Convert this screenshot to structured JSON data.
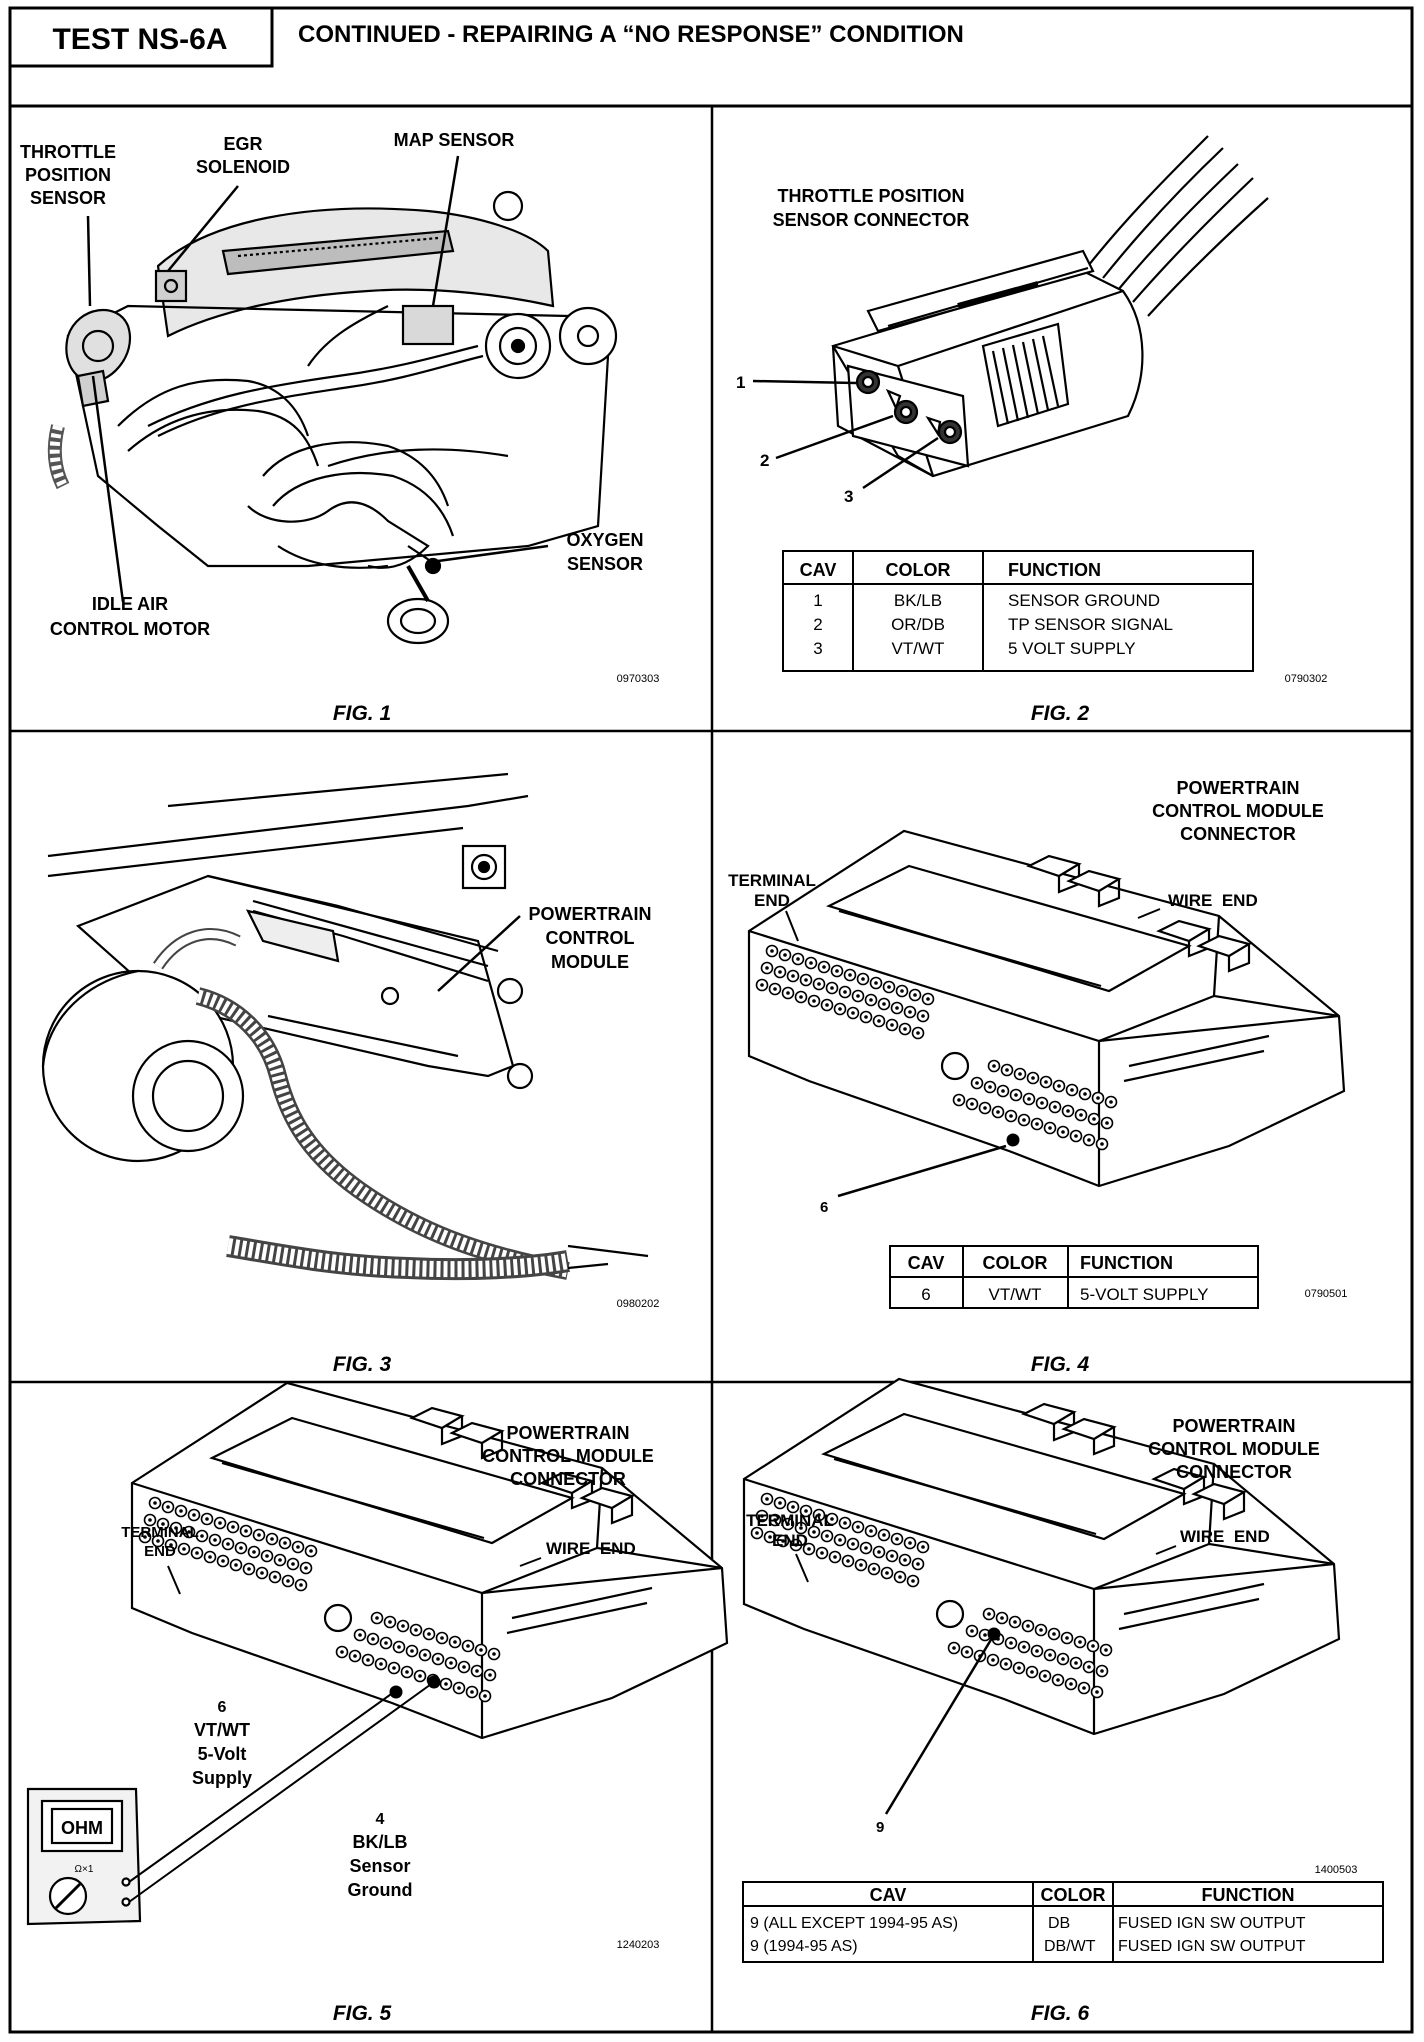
{
  "header": {
    "test_id": "TEST NS-6A",
    "title": "CONTINUED - REPAIRING A “NO RESPONSE” CONDITION"
  },
  "fig1": {
    "caption": "FIG. 1",
    "labels": {
      "tps_1": "THROTTLE",
      "tps_2": "POSITION",
      "tps_3": "SENSOR",
      "egr_1": "EGR",
      "egr_2": "SOLENOID",
      "map": "MAP SENSOR",
      "o2_1": "OXYGEN",
      "o2_2": "SENSOR",
      "iac_1": "IDLE AIR",
      "iac_2": "CONTROL MOTOR"
    },
    "code": "0970303"
  },
  "fig2": {
    "caption": "FIG. 2",
    "title_1": "THROTTLE POSITION",
    "title_2": "SENSOR CONNECTOR",
    "callouts": [
      "1",
      "2",
      "3"
    ],
    "table": {
      "headers": [
        "CAV",
        "COLOR",
        "FUNCTION"
      ],
      "rows": [
        [
          "1",
          "BK/LB",
          "SENSOR GROUND"
        ],
        [
          "2",
          "OR/DB",
          "TP SENSOR SIGNAL"
        ],
        [
          "3",
          "VT/WT",
          "5 VOLT SUPPLY"
        ]
      ]
    },
    "code": "0790302"
  },
  "fig3": {
    "caption": "FIG. 3",
    "labels": {
      "pcm_1": "POWERTRAIN",
      "pcm_2": "CONTROL",
      "pcm_3": "MODULE"
    },
    "code": "0980202"
  },
  "fig4": {
    "caption": "FIG. 4",
    "title_1": "POWERTRAIN",
    "title_2": "CONTROL MODULE",
    "title_3": "CONNECTOR",
    "terminal_1": "TERMINAL",
    "terminal_2": "END",
    "wire_end": "WIRE  END",
    "callout": "6",
    "table": {
      "headers": [
        "CAV",
        "COLOR",
        "FUNCTION"
      ],
      "rows": [
        [
          "6",
          "VT/WT",
          "5-VOLT SUPPLY"
        ]
      ]
    },
    "code": "0790501"
  },
  "fig5": {
    "caption": "FIG. 5",
    "title_1": "POWERTRAIN",
    "title_2": "CONTROL MODULE",
    "title_3": "CONNECTOR",
    "terminal_1": "TERMINAL",
    "terminal_2": "END",
    "wire_end": "WIRE  END",
    "cav6": [
      "6",
      "VT/WT",
      "5-Volt",
      "Supply"
    ],
    "cav4": [
      "4",
      "BK/LB",
      "Sensor",
      "Ground"
    ],
    "meter": {
      "display": "OHM",
      "range": "Ω×1"
    },
    "code": "1240203"
  },
  "fig6": {
    "caption": "FIG. 6",
    "title_1": "POWERTRAIN",
    "title_2": "CONTROL MODULE",
    "title_3": "CONNECTOR",
    "terminal_1": "TERMINAL",
    "terminal_2": "END",
    "wire_end": "WIRE  END",
    "callout": "9",
    "code": "1400503",
    "table": {
      "headers": [
        "CAV",
        "COLOR",
        "FUNCTION"
      ],
      "rows": [
        [
          "9 (ALL EXCEPT 1994-95 AS)",
          "DB",
          "FUSED IGN SW OUTPUT"
        ],
        [
          "9 (1994-95 AS)",
          "DB/WT",
          "FUSED IGN SW OUTPUT"
        ]
      ]
    }
  }
}
